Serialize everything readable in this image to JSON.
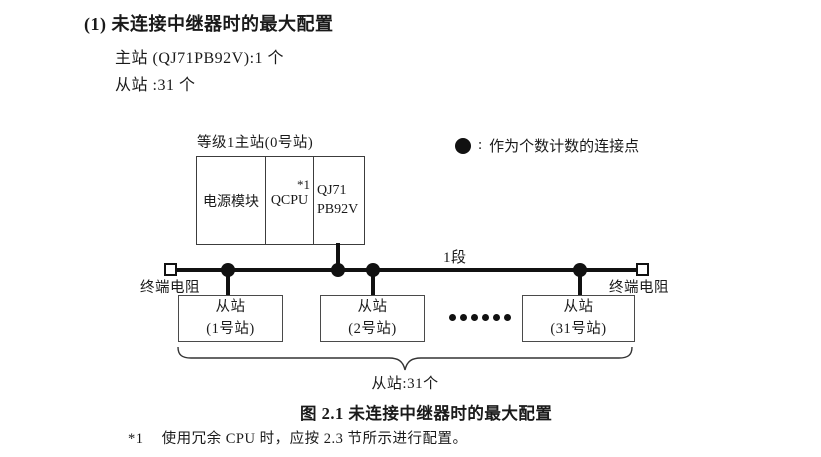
{
  "page": {
    "heading": "(1) 未连接中继器时的最大配置",
    "master_line": "主站 (QJ71PB92V):1 个",
    "slave_line": "从站 :31 个"
  },
  "diagram": {
    "master_label": "等级1主站(0号站)",
    "master_cells": {
      "power": "电源模块",
      "cpu": "QCPU",
      "cpu_note": "*1",
      "pb_line1": "QJ71",
      "pb_line2": "PB92V"
    },
    "legend": {
      "separator": ":",
      "text": "作为个数计数的连接点"
    },
    "segment_label": "1段",
    "terminator_left": "终端电阻",
    "terminator_right": "终端电阻",
    "slaves": [
      {
        "line1": "从站",
        "line2": "(1号站)"
      },
      {
        "line1": "从站",
        "line2": "(2号站)"
      },
      {
        "line1": "从站",
        "line2": "(31号站)"
      }
    ],
    "brace_label": "从站:31个"
  },
  "caption": "图 2.1 未连接中继器时的最大配置",
  "footnote": {
    "marker": "*1",
    "text": "使用冗余 CPU 时，应按 2.3 节所示进行配置。"
  },
  "colors": {
    "ink": "#1a1a1a",
    "line": "#111111",
    "box_border": "#4a4a4a"
  }
}
